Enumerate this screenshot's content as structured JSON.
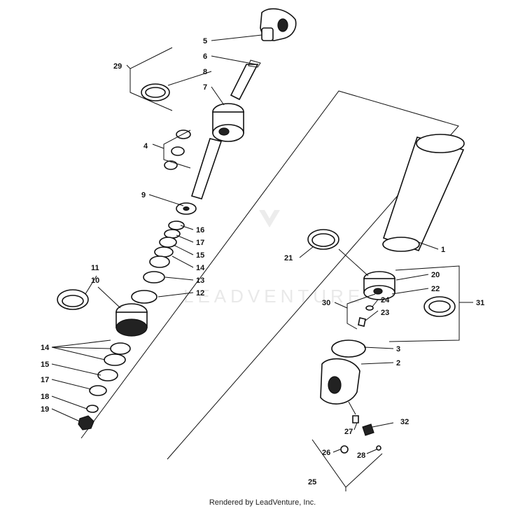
{
  "watermark": "LEADVENTURE",
  "footer": "Rendered by LeadVenture, Inc.",
  "parts": {
    "p1": "1",
    "p2": "2",
    "p3": "3",
    "p4": "4",
    "p5": "5",
    "p6": "6",
    "p7": "7",
    "p8": "8",
    "p9": "9",
    "p10": "10",
    "p11": "11",
    "p12": "12",
    "p13": "13",
    "p14a": "14",
    "p14b": "14",
    "p15a": "15",
    "p15b": "15",
    "p16": "16",
    "p17a": "17",
    "p17b": "17",
    "p18": "18",
    "p19": "19",
    "p20": "20",
    "p21": "21",
    "p22": "22",
    "p23": "23",
    "p24": "24",
    "p25": "25",
    "p26": "26",
    "p27": "27",
    "p28": "28",
    "p29": "29",
    "p30": "30",
    "p31": "31",
    "p32": "32"
  }
}
